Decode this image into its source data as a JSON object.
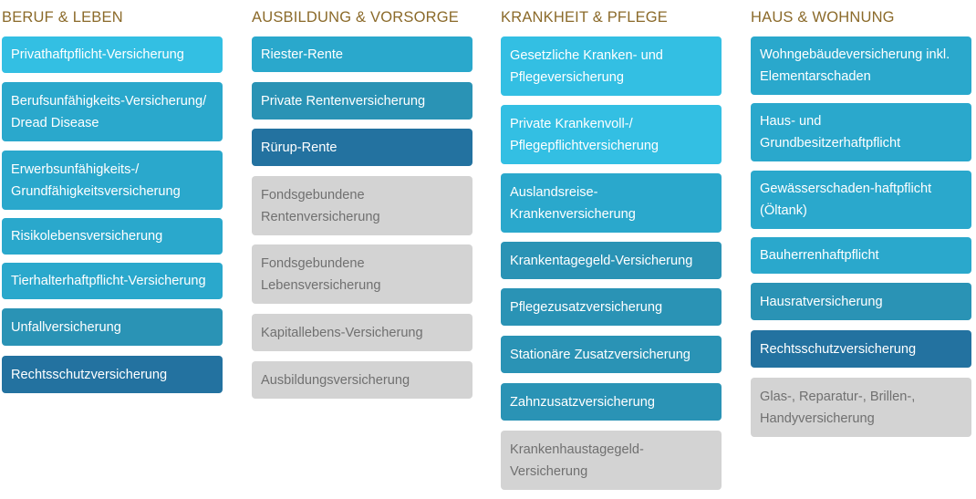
{
  "columns": [
    {
      "title": "BERUF & LEBEN",
      "items": [
        {
          "label": "Privathaftpflicht-Versicherung",
          "style": "light"
        },
        {
          "label": "Berufsunfähigkeits-Versicherung/\nDread Disease",
          "style": "mid"
        },
        {
          "label": "Erwerbsunfähigkeits-/\nGrundfähigkeitsversicherung",
          "style": "mid"
        },
        {
          "label": "Risikolebensversicherung",
          "style": "mid"
        },
        {
          "label": "Tierhalterhaftpflicht-Versicherung",
          "style": "mid"
        },
        {
          "label": "Unfallversicherung",
          "style": "teal"
        },
        {
          "label": "Rechtsschutzversicherung",
          "style": "dark"
        }
      ]
    },
    {
      "title": "AUSBILDUNG & VORSORGE",
      "items": [
        {
          "label": "Riester-Rente",
          "style": "mid"
        },
        {
          "label": "Private Rentenversicherung",
          "style": "teal"
        },
        {
          "label": "Rürup-Rente",
          "style": "dark"
        },
        {
          "label": "Fondsgebundene\nRentenversicherung",
          "style": "grey"
        },
        {
          "label": "Fondsgebundene\nLebensversicherung",
          "style": "grey"
        },
        {
          "label": "Kapitallebens-Versicherung",
          "style": "grey"
        },
        {
          "label": "Ausbildungsversicherung",
          "style": "grey"
        }
      ]
    },
    {
      "title": "KRANKHEIT & PFLEGE",
      "items": [
        {
          "label": "Gesetzliche Kranken- und\nPflegeversicherung",
          "style": "light"
        },
        {
          "label": "Private Krankenvoll-/\nPflegepflichtversicherung",
          "style": "light"
        },
        {
          "label": "Auslandsreise-\nKrankenversicherung",
          "style": "mid"
        },
        {
          "label": "Krankentagegeld-Versicherung",
          "style": "teal"
        },
        {
          "label": "Pflegezusatzversicherung",
          "style": "teal"
        },
        {
          "label": "Stationäre Zusatzversicherung",
          "style": "teal"
        },
        {
          "label": "Zahnzusatzversicherung",
          "style": "teal"
        },
        {
          "label": "Krankenhaustagegeld-\nVersicherung",
          "style": "grey"
        }
      ]
    },
    {
      "title": "HAUS & WOHNUNG",
      "items": [
        {
          "label": "Wohngebäudeversicherung inkl.\nElementarschaden",
          "style": "mid"
        },
        {
          "label": "Haus- und\nGrundbesitzerhaftpflicht",
          "style": "mid"
        },
        {
          "label": "Gewässerschaden-haftpflicht\n(Öltank)",
          "style": "mid"
        },
        {
          "label": "Bauherrenhaftpflicht",
          "style": "mid"
        },
        {
          "label": "Hausratversicherung",
          "style": "teal"
        },
        {
          "label": "Rechtsschutzversicherung",
          "style": "dark"
        },
        {
          "label": "Glas-, Reparatur-, Brillen-,\nHandyversicherung",
          "style": "grey"
        }
      ]
    }
  ]
}
